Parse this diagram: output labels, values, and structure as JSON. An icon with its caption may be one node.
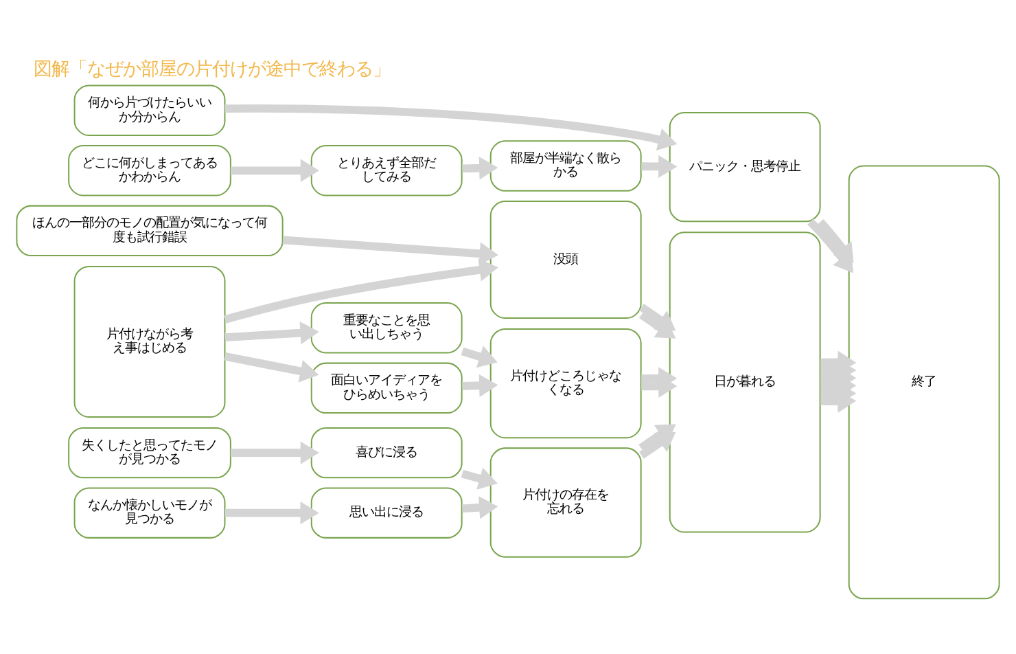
{
  "diagram": {
    "title": "図解「なぜか部屋の片付けが途中で終わる」",
    "nodes": [
      {
        "text": [
          "何から片づけたらいいか分からん"
        ]
      },
      {
        "text": [
          "どこに何がしまってあるかわからん"
        ]
      },
      {
        "text": [
          "とりあえず全部だしてみる"
        ]
      },
      {
        "text": [
          "部屋が半端なく散らかる"
        ]
      },
      {
        "text": [
          "パニック・思考停止"
        ]
      },
      {
        "text": [
          "ほんの一部分のモノの配置が気になって何度も試行錯誤"
        ]
      },
      {
        "text": [
          "没頭"
        ]
      },
      {
        "text": [
          "片付けながら考え事はじめる"
        ]
      },
      {
        "text": [
          "重要なことを思い出しちゃう"
        ]
      },
      {
        "text": [
          "面白いアイディアをひらめいちゃう"
        ]
      },
      {
        "text": [
          "片付けどころじゃなくなる"
        ]
      },
      {
        "text": [
          "日が暮れる"
        ]
      },
      {
        "text": [
          "失くしたと思ってたモノが見つかる"
        ]
      },
      {
        "text": [
          "喜びに浸る"
        ]
      },
      {
        "text": [
          "片付けの存在を忘れる"
        ]
      },
      {
        "text": [
          "なんか懐かしいモノが見つかる"
        ]
      },
      {
        "text": [
          "思い出に浸る"
        ]
      },
      {
        "text": [
          "終了"
        ]
      }
    ],
    "edges": [
      {
        "from": 0,
        "to": 4,
        "arrow": "to"
      },
      {
        "from": 1,
        "to": 2,
        "arrow": "to"
      },
      {
        "from": 2,
        "to": 3,
        "arrow": "to"
      },
      {
        "from": 3,
        "to": 4,
        "arrow": "to"
      },
      {
        "from": 4,
        "to": 17,
        "arrow": "to"
      },
      {
        "from": 4,
        "to": 17,
        "arrow": "to"
      },
      {
        "from": 5,
        "to": 6,
        "arrow": "to"
      },
      {
        "from": 7,
        "to": 6,
        "arrow": "to"
      },
      {
        "from": 6,
        "to": 11,
        "arrow": "to"
      },
      {
        "from": 6,
        "to": 11,
        "arrow": "to"
      },
      {
        "from": 7,
        "to": 8,
        "arrow": "to"
      },
      {
        "from": 7,
        "to": 9,
        "arrow": "to"
      },
      {
        "from": 8,
        "to": 10,
        "arrow": "to"
      },
      {
        "from": 9,
        "to": 10,
        "arrow": "to"
      },
      {
        "from": 10,
        "to": 11,
        "arrow": "to"
      },
      {
        "from": 10,
        "to": 11,
        "arrow": "to"
      },
      {
        "from": 12,
        "to": 13,
        "arrow": "to"
      },
      {
        "from": 13,
        "to": 14,
        "arrow": "to"
      },
      {
        "from": 15,
        "to": 16,
        "arrow": "to"
      },
      {
        "from": 16,
        "to": 14,
        "arrow": "to"
      },
      {
        "from": 14,
        "to": 11,
        "arrow": "to"
      },
      {
        "from": 14,
        "to": 11,
        "arrow": "to"
      },
      {
        "from": 11,
        "to": 17,
        "arrow": "to"
      },
      {
        "from": 11,
        "to": 17,
        "arrow": "to"
      },
      {
        "from": 11,
        "to": 17,
        "arrow": "to"
      },
      {
        "from": 11,
        "to": 17,
        "arrow": "to"
      },
      {
        "from": 11,
        "to": 17,
        "arrow": "to"
      },
      {
        "from": 11,
        "to": 17,
        "arrow": "to"
      }
    ]
  }
}
